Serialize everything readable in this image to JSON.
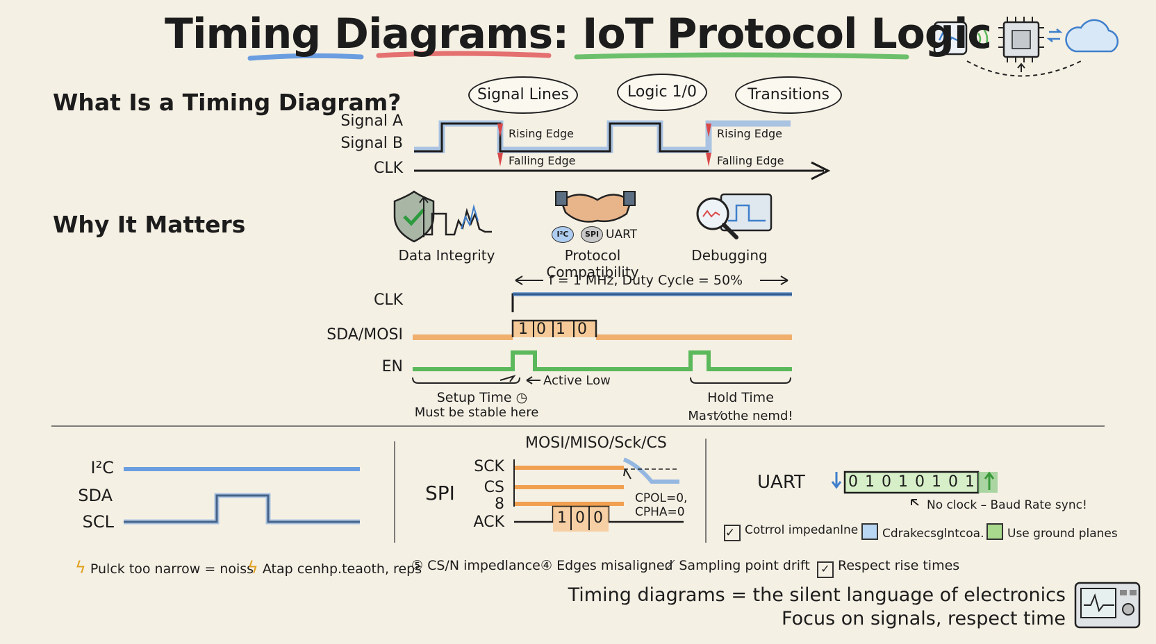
{
  "title": "Timing Diagrams: IoT Protocol Logic",
  "intro": {
    "heading": "What Is a Timing Diagram?",
    "signals": [
      "Signal A",
      "Signal B",
      "CLK"
    ],
    "bubbles": [
      "Signal Lines",
      "Logic 1/0",
      "Transitions"
    ],
    "edge_labels": [
      "Rising Edge",
      "Falling Edge",
      "Rising Edge",
      "Falling Edge"
    ]
  },
  "why": {
    "heading": "Why It Matters",
    "items": [
      "Data Integrity",
      "Protocol Compatibility",
      "Debugging"
    ],
    "badges": [
      "I²C",
      "SPI",
      "UART"
    ]
  },
  "example": {
    "freq_label": "f = 1 MHz, Duty Cycle = 50%",
    "signals": [
      "CLK",
      "SDA/MOSI",
      "EN"
    ],
    "bits": [
      "1",
      "0",
      "1",
      "0"
    ],
    "active_low": "Active Low",
    "setup_label": "Setup Time",
    "setup_note": "Must be stable here",
    "hold_label": "Hold Time",
    "hold_note": "Maรt⁄othe nemd!"
  },
  "i2c": {
    "title": "I²C",
    "signals": [
      "SDA",
      "SCL"
    ]
  },
  "spi": {
    "title": "SPI",
    "header": "MOSI/MISO/Sck/CS",
    "signals": [
      "SCK",
      "CS",
      "8",
      "ACK"
    ],
    "bits": [
      "1",
      "0",
      "0"
    ],
    "note_cpol": "CPOL=0,",
    "note_cpha": "CPHA=0"
  },
  "uart": {
    "title": "UART",
    "bits": [
      "0",
      "1",
      "0",
      "1",
      "0",
      "1",
      "0",
      "1"
    ],
    "note": "No clock – Baud Rate sync!",
    "checks": [
      "Cotrrol impedanlne",
      "Cdrakecsglntcoa.",
      "Use ground planes"
    ]
  },
  "pitfalls": [
    "Pulck too narrow = noiss",
    "Atap cenhp.teaoth, reps",
    "CS/N impedlance",
    "Edges misaligned",
    "Sampling point drift",
    "Respect   rise times"
  ],
  "closing": {
    "line1": "Timing diagrams = the silent language of electronics",
    "line2": "Focus on signals, respect time"
  },
  "colors": {
    "blue": "#3f7fcc",
    "orange": "#f0a050",
    "green": "#5bb85b",
    "red": "#d94848",
    "ink": "#1c1c1c"
  }
}
